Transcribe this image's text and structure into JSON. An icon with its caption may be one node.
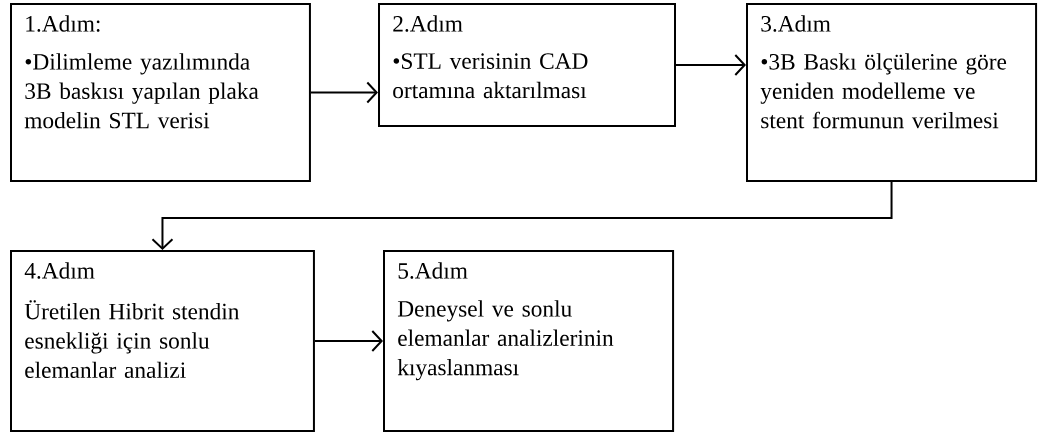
{
  "diagram": {
    "nodes": [
      {
        "text": [
          "1.Adım:",
          "•Dilimleme yazılımında 3B baskısı yapılan plaka modelin STL verisi"
        ]
      },
      {
        "text": [
          "2.Adım",
          "•STL verisinin CAD ortamına aktarılması"
        ]
      },
      {
        "text": [
          "3.Adım",
          "•3B Baskı ölçülerine göre yeniden modelleme ve stent formunun verilmesi"
        ]
      },
      {
        "text": [
          "4.Adım",
          "Üretilen Hibrit stendin esnekliği için sonlu elemanlar analizi"
        ]
      },
      {
        "text": [
          "5.Adım",
          "Deneysel ve sonlu elemanlar analizlerinin kıyaslanması"
        ]
      }
    ],
    "edges": [
      {
        "from": 0,
        "to": 1,
        "arrow": "to"
      },
      {
        "from": 1,
        "to": 2,
        "arrow": "to"
      },
      {
        "from": 2,
        "to": 3,
        "arrow": "to"
      },
      {
        "from": 3,
        "to": 4,
        "arrow": "to"
      }
    ]
  }
}
